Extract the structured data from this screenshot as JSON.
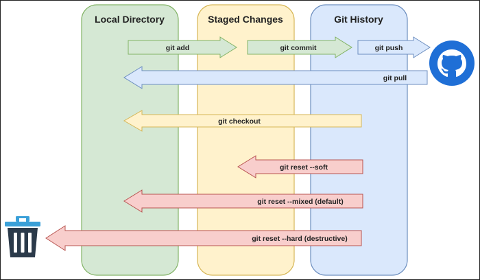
{
  "columns": [
    {
      "title": "Local Directory",
      "fill": "#d5e8d4",
      "stroke": "#82b366"
    },
    {
      "title": "Staged Changes",
      "fill": "#fff2cc",
      "stroke": "#d6b656"
    },
    {
      "title": "Git History",
      "fill": "#dae8fc",
      "stroke": "#6c8ebf"
    }
  ],
  "arrows": {
    "git_add": {
      "label": "git add",
      "fill": "#d5e8d4",
      "stroke": "#82b366"
    },
    "git_commit": {
      "label": "git commit",
      "fill": "#d5e8d4",
      "stroke": "#82b366"
    },
    "git_push": {
      "label": "git push",
      "fill": "#dae8fc",
      "stroke": "#6c8ebf"
    },
    "git_pull": {
      "label": "git pull",
      "fill": "#dae8fc",
      "stroke": "#6c8ebf"
    },
    "git_checkout": {
      "label": "git checkout",
      "fill": "#fff2cc",
      "stroke": "#d6b656"
    },
    "git_reset_soft": {
      "label": "git reset --soft",
      "fill": "#f8cecc",
      "stroke": "#b85450"
    },
    "git_reset_mixed": {
      "label": "git reset --mixed (default)",
      "fill": "#f8cecc",
      "stroke": "#b85450"
    },
    "git_reset_hard": {
      "label": "git reset --hard (destructive)",
      "fill": "#f8cecc",
      "stroke": "#b85450"
    }
  },
  "icons": {
    "github": {
      "name": "github-icon",
      "color": "#1f6fd6"
    },
    "trash": {
      "name": "trash-icon",
      "color": "#2b3a4a",
      "lid_color": "#3aa0d8"
    }
  }
}
